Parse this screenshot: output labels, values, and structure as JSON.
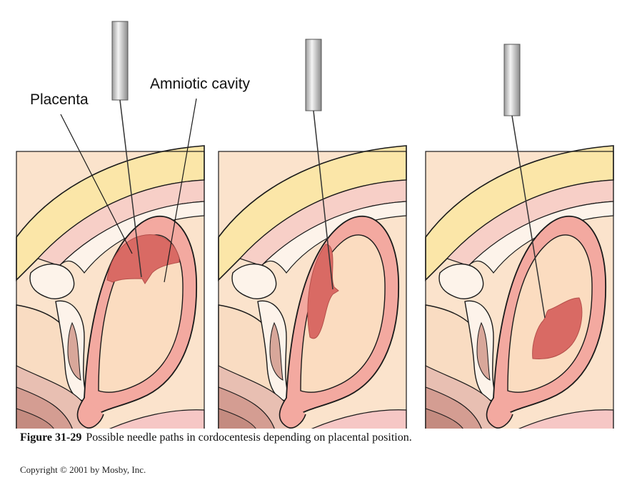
{
  "labels": {
    "placenta": "Placenta",
    "amniotic_cavity": "Amniotic cavity"
  },
  "caption": {
    "figure_number": "Figure 31-29",
    "text": "Possible needle paths in cordocentesis depending on placental position."
  },
  "copyright": "Copyright © 2001 by Mosby, Inc.",
  "colors": {
    "background_tissue": "#fbe3cc",
    "abdominal_wall_yellow": "#fbe6a8",
    "uterine_wall": "#f3a9a0",
    "uterine_wall_light": "#f7d0cb",
    "placenta": "#d96a64",
    "amniotic_fluid": "#fbdcc0",
    "outline": "#1a1a1a"
  }
}
